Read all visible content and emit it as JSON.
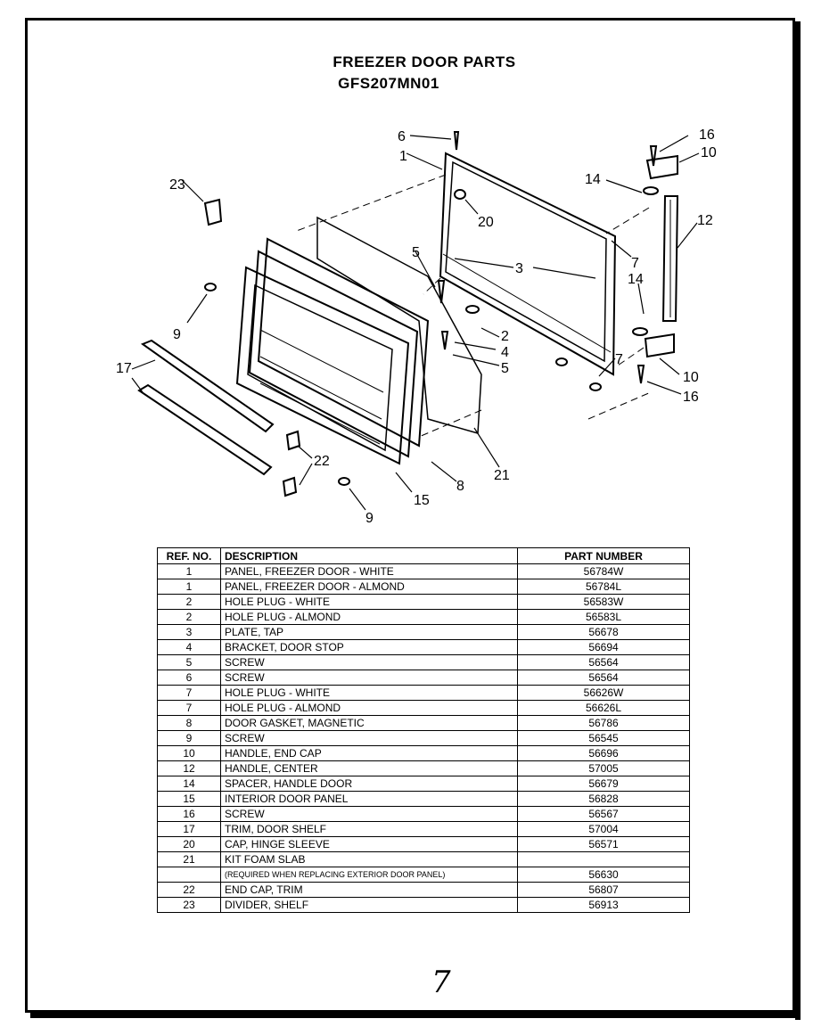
{
  "title": "FREEZER DOOR PARTS",
  "model": "GFS207MN01",
  "callouts": [
    "1",
    "2",
    "3",
    "4",
    "5",
    "5",
    "6",
    "7",
    "7",
    "8",
    "9",
    "9",
    "10",
    "10",
    "12",
    "14",
    "14",
    "15",
    "16",
    "16",
    "17",
    "20",
    "21",
    "22",
    "23"
  ],
  "table": {
    "headers": {
      "ref": "REF. NO.",
      "desc": "DESCRIPTION",
      "pn": "PART NUMBER"
    },
    "rows": [
      {
        "ref": "1",
        "desc": "PANEL, FREEZER DOOR - WHITE",
        "pn": "56784W"
      },
      {
        "ref": "1",
        "desc": "PANEL, FREEZER DOOR - ALMOND",
        "pn": "56784L"
      },
      {
        "ref": "2",
        "desc": "HOLE PLUG - WHITE",
        "pn": "56583W"
      },
      {
        "ref": "2",
        "desc": "HOLE PLUG - ALMOND",
        "pn": "56583L"
      },
      {
        "ref": "3",
        "desc": "PLATE, TAP",
        "pn": "56678"
      },
      {
        "ref": "4",
        "desc": "BRACKET, DOOR STOP",
        "pn": "56694"
      },
      {
        "ref": "5",
        "desc": "SCREW",
        "pn": "56564"
      },
      {
        "ref": "6",
        "desc": "SCREW",
        "pn": "56564"
      },
      {
        "ref": "7",
        "desc": "HOLE PLUG - WHITE",
        "pn": "56626W"
      },
      {
        "ref": "7",
        "desc": "HOLE PLUG - ALMOND",
        "pn": "56626L"
      },
      {
        "ref": "8",
        "desc": "DOOR GASKET, MAGNETIC",
        "pn": "56786"
      },
      {
        "ref": "9",
        "desc": "SCREW",
        "pn": "56545"
      },
      {
        "ref": "10",
        "desc": "HANDLE, END CAP",
        "pn": "56696"
      },
      {
        "ref": "12",
        "desc": "HANDLE, CENTER",
        "pn": "57005"
      },
      {
        "ref": "14",
        "desc": "SPACER, HANDLE DOOR",
        "pn": "56679"
      },
      {
        "ref": "15",
        "desc": "INTERIOR DOOR PANEL",
        "pn": "56828"
      },
      {
        "ref": "16",
        "desc": "SCREW",
        "pn": "56567"
      },
      {
        "ref": "17",
        "desc": "TRIM, DOOR SHELF",
        "pn": "57004"
      },
      {
        "ref": "20",
        "desc": "CAP, HINGE SLEEVE",
        "pn": "56571"
      },
      {
        "ref": "21",
        "desc": "KIT  FOAM SLAB",
        "pn": ""
      },
      {
        "ref": "",
        "desc": "(REQUIRED WHEN REPLACING EXTERIOR DOOR PANEL)",
        "pn": "56630"
      },
      {
        "ref": "22",
        "desc": "END CAP, TRIM",
        "pn": "56807"
      },
      {
        "ref": "23",
        "desc": "DIVIDER, SHELF",
        "pn": "56913"
      }
    ]
  },
  "page_mark": "7"
}
